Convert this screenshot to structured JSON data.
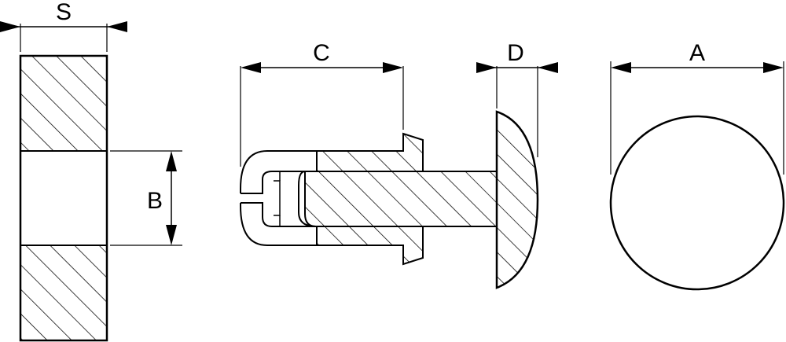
{
  "drawing": {
    "line_color": "#000000",
    "background": "#ffffff",
    "dimensions": {
      "s": "S",
      "b": "B",
      "c": "C",
      "d": "D",
      "a": "A"
    }
  }
}
